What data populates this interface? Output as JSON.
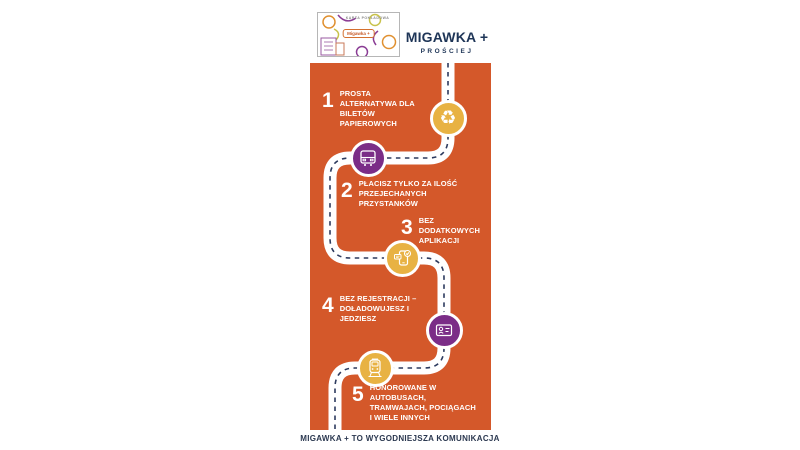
{
  "header": {
    "card": {
      "top_text": "KARTA POKŁADOWA",
      "label": "Migawka +"
    },
    "title": "MIGAWKA +",
    "subtitle": "PROŚCIEJ"
  },
  "steps": [
    {
      "number": "1",
      "text": "PROSTA\nALTERNATYWA DLA\nBILETÓW\nPAPIEROWYCH",
      "icon": "recycle-icon",
      "icon_color": "#e8b243"
    },
    {
      "number": "2",
      "text": "PŁACISZ TYLKO ZA ILOŚĆ\nPRZEJECHANYCH\nPRZYSTANKÓW",
      "icon": "bus-icon",
      "icon_color": "#7b2d87"
    },
    {
      "number": "3",
      "text": "BEZ\nDODATKOWYCH\nAPLIKACJI",
      "icon": "phone-message-icon",
      "icon_color": "#e8b243"
    },
    {
      "number": "4",
      "text": "BEZ REJESTRACJI –\nDOŁADOWUJESZ I\nJEDZIESZ",
      "icon": "id-card-icon",
      "icon_color": "#7b2d87"
    },
    {
      "number": "5",
      "text": "HONOROWANE W\nAUTOBUSACH,\nTRAMWAJACH, POCIĄGACH\nI WIELE INNYCH",
      "icon": "train-icon",
      "icon_color": "#e8b243"
    }
  ],
  "footer": {
    "tagline": "MIGAWKA + TO WYGODNIEJSZA KOMUNIKACJA"
  },
  "colors": {
    "poster_background": "#d4582a",
    "accent_yellow": "#e8b243",
    "accent_purple": "#7b2d87",
    "navy_text": "#1e3557",
    "road_white": "#ffffff",
    "road_dash_navy": "#2c3a5e"
  }
}
